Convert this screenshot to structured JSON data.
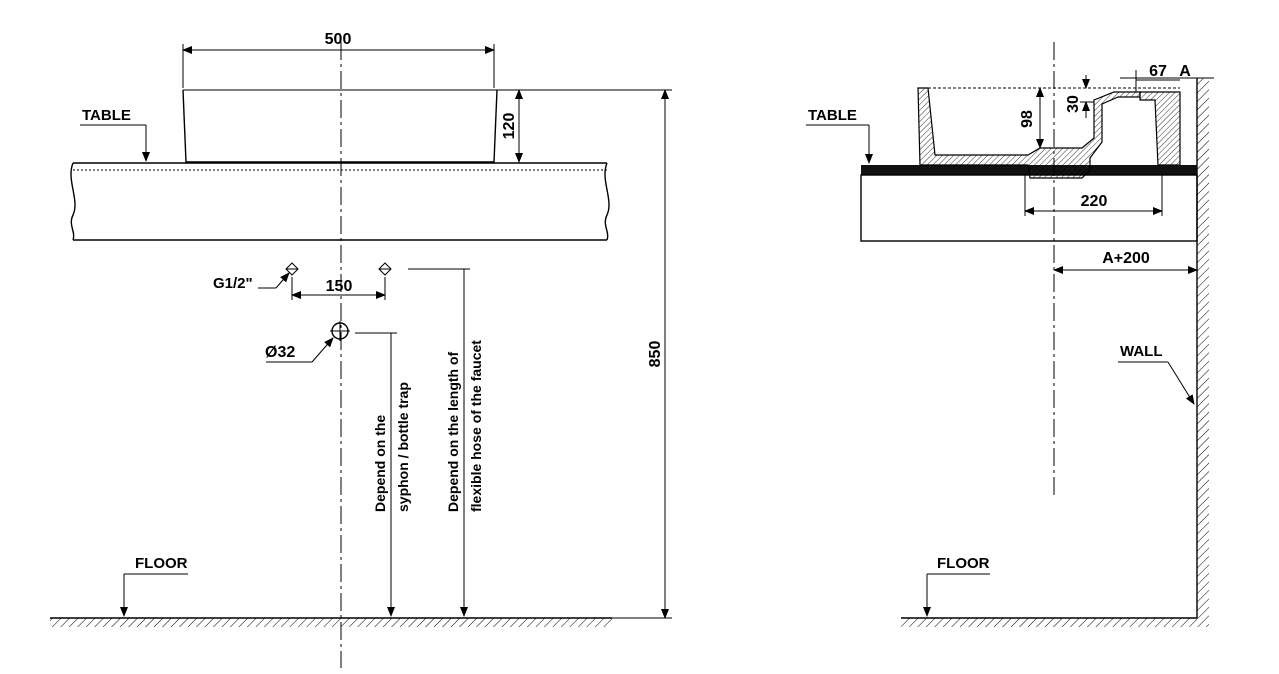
{
  "front_view": {
    "table_label": "TABLE",
    "floor_label": "FLOOR",
    "basin_width": "500",
    "basin_height": "120",
    "supply_thread": "G1/2\"",
    "supply_spacing": "150",
    "drain_diameter": "Ø32",
    "total_height": "850",
    "note_syphon_line1": "Depend on the",
    "note_syphon_line2": "syphon / bottle trap",
    "note_hose_line1": "Depend on the length of",
    "note_hose_line2": "flexible hose of the faucet"
  },
  "side_view": {
    "table_label": "TABLE",
    "floor_label": "FLOOR",
    "wall_label": "WALL",
    "overhang": "67",
    "overhang_var": "A",
    "bowl_depth": "98",
    "overflow_height": "30",
    "cutout_width": "220",
    "wall_distance": "A+200"
  }
}
